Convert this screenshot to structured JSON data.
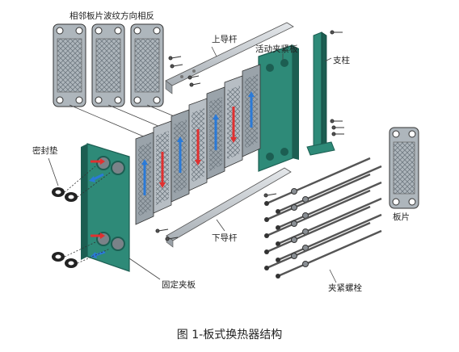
{
  "labels": {
    "plates_note": "相邻板片波纹方向相反",
    "upper_rail": "上导杆",
    "movable_plate": "活动夹紧板",
    "support_column": "支柱",
    "gasket": "密封垫",
    "plate": "板片",
    "lower_rail": "下导杆",
    "fixed_plate": "固定夹板",
    "bolts": "夹紧螺栓"
  },
  "caption": "图 1-板式换热器结构",
  "colors": {
    "frame_green": "#2e8a78",
    "frame_dark": "#1c5e52",
    "plate_gray": "#9aa3aa",
    "hot_red": "#e03030",
    "cold_blue": "#2a7ad8",
    "rail_gray": "#c8cdd2"
  }
}
